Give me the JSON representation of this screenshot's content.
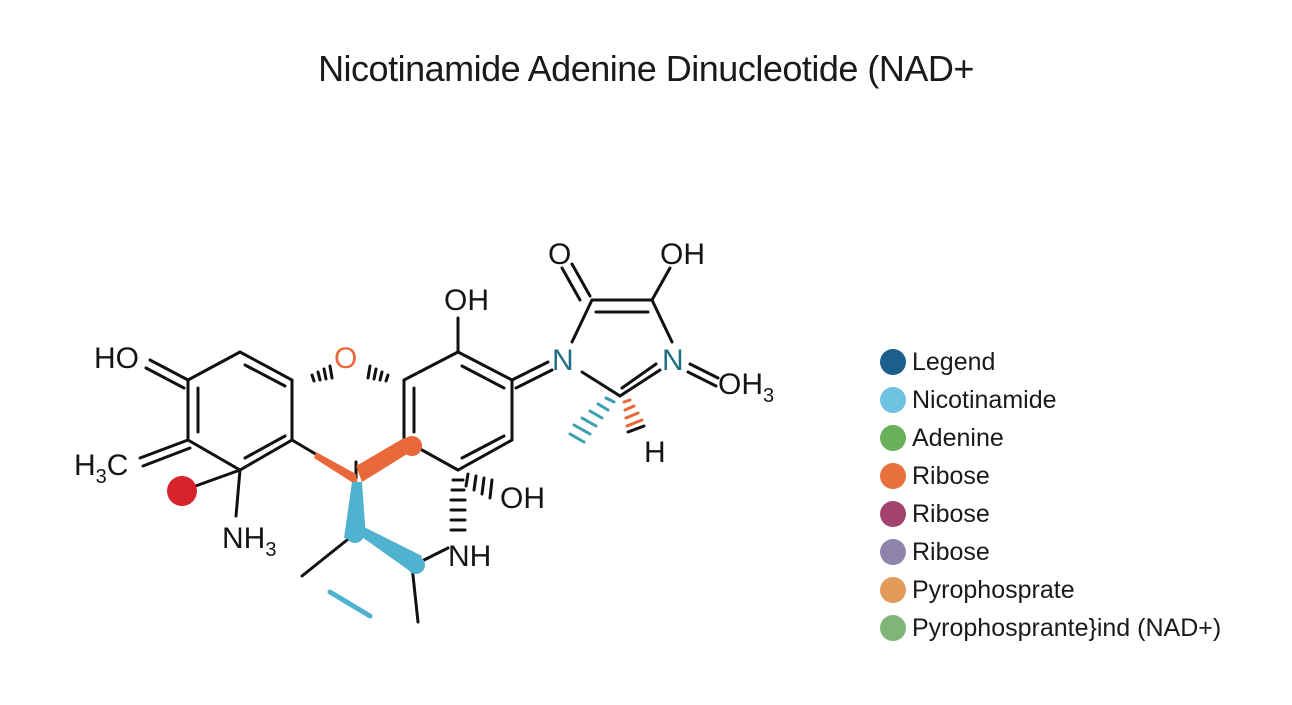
{
  "title": "Nicotinamide Adenine Dinucleotide (NAD+",
  "atoms": {
    "ho_left": "HO",
    "h3c": "H",
    "h3c_sub": "3",
    "h3c_c": "C",
    "ring_o": "O",
    "oh_top": "OH",
    "nh3": "NH",
    "nh3_sub": "3",
    "oh_right": "OH",
    "nh": "NH",
    "n_left": "N",
    "n_right": "N",
    "o_top": "O",
    "oh_far": "OH",
    "oh3": "OH",
    "oh3_sub": "3",
    "h_bottom": "H"
  },
  "colors": {
    "teal_n": "#1f6f80",
    "orange": "#e8683a",
    "cyan": "#4fb3cf",
    "red": "#d8222a",
    "bond": "#111111"
  },
  "legend": [
    {
      "label": "Legend",
      "color": "#1b5f8a"
    },
    {
      "label": "Nicotinamide",
      "color": "#6cc2e0"
    },
    {
      "label": "Adenine",
      "color": "#6aaf5a"
    },
    {
      "label": "Ribose",
      "color": "#e8713e"
    },
    {
      "label": "Ribose",
      "color": "#a3426e"
    },
    {
      "label": "Ribose",
      "color": "#8e83ad"
    },
    {
      "label": "Pyrophosprate",
      "color": "#e39a5a"
    },
    {
      "label": "Pyrophosprante}ind (NAD+)",
      "color": "#7fb577"
    }
  ]
}
